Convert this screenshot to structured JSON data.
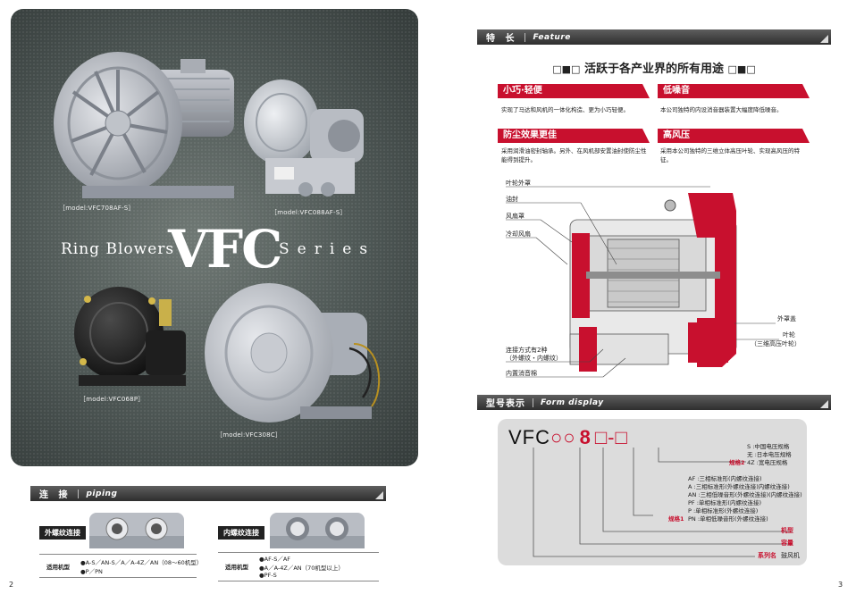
{
  "left_page": {
    "models": [
      "［model:VFC708AF-S］",
      "［model:VFC088AF-S］",
      "［model:VFC068P］",
      "［model:VFC308C］"
    ],
    "brand": {
      "prefix": "Ring Blowers",
      "main": "VFC",
      "suffix": "Series"
    },
    "piping": {
      "title_cn": "连 接",
      "title_en": "piping",
      "external": {
        "tag": "外螺纹连接",
        "label": "适用机型",
        "lines": [
          "●A-S／AN-S／A／A-4Z／AN（08～60机型）",
          "●P／PN"
        ]
      },
      "internal": {
        "tag": "内螺纹连接",
        "label": "适用机型",
        "lines": [
          "●AF-S／AF",
          "●A／A-4Z／AN（70机型以上）",
          "●PF-S"
        ]
      }
    },
    "page_number": "2"
  },
  "right_page": {
    "feature_bar": {
      "cn": "特 长",
      "en": "Feature"
    },
    "headline": "活跃于各产业界的所有用途",
    "headline_deco_left": "□■□",
    "headline_deco_right": "□■□",
    "features": [
      {
        "title": "小巧·轻便",
        "body": "实现了马达和风机的一体化构造、更为小巧轻便。"
      },
      {
        "title": "低噪音",
        "body": "本公司独特的内设消音器装置大幅度降低噪音。"
      },
      {
        "title": "防尘效果更佳",
        "body": "采用润滑油密封轴承。另外、在风机部安置油封使防尘性能得到提升。"
      },
      {
        "title": "高风压",
        "body": "采用本公司独特的三维立体高压叶轮、实现高风压的特征。"
      }
    ],
    "diagram_labels": {
      "impeller_casing": "叶轮外罩",
      "oil_seal": "油封",
      "fan_cover": "风扇罩",
      "cooling_fan": "冷却风扇",
      "outer_cover": "外罩盖",
      "impeller": "叶轮",
      "impeller_note": "（三维高压叶轮）",
      "connection": "连接方式有2种",
      "connection_note": "（外螺纹・内螺纹）",
      "silencer": "内置消音棉"
    },
    "form_bar": {
      "cn": "型号表示",
      "en": "Form display"
    },
    "form_code": {
      "vfc": "VFC",
      "circles": "○○",
      "eight": "8",
      "box1": "□",
      "dash": "-",
      "box2": "□"
    },
    "spec2": {
      "label": "规格2",
      "lines": [
        "S  :中国电压规格",
        "无  :日本电压规格",
        "4Z :宽电压规格"
      ]
    },
    "spec1": {
      "label": "规格1",
      "lines": [
        "AF :三相标准形(内螺纹连接)",
        "A   :三相标准形(外螺纹连接)内螺纹连接)",
        "AN :三相低噪音形(外螺纹连接)(内螺纹连接)",
        "PF :单相标准形(内螺纹连接)",
        "P   :单相标准形(外螺纹连接)",
        "PN :单相低噪音形(外螺纹连接)"
      ]
    },
    "machine_type": "机型",
    "capacity": "容量",
    "series_name_label": "系列名",
    "series_name_value": "鼓风机",
    "page_number": "3"
  },
  "colors": {
    "accent_red": "#c8102e",
    "bar_dark": "#3a3a3a",
    "form_bg": "#dcdcdc"
  }
}
